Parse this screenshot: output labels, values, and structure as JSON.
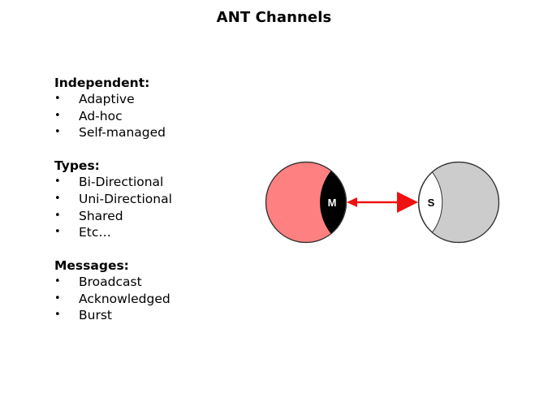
{
  "title": "ANT Channels",
  "sections": [
    {
      "heading": "Independent:",
      "items": [
        "Adaptive",
        "Ad-hoc",
        "Self-managed"
      ]
    },
    {
      "heading": "Types:",
      "items": [
        "Bi-Directional",
        "Uni-Directional",
        "Shared",
        "Etc…"
      ]
    },
    {
      "heading": "Messages:",
      "items": [
        "Broadcast",
        "Acknowledged",
        "Burst"
      ]
    }
  ],
  "bullet": "•",
  "diagram": {
    "master_label": "M",
    "slave_label": "S",
    "colors": {
      "master_fill": "#ff8080",
      "master_region": "#000000",
      "slave_fill": "#cccccc",
      "slave_region": "#ffffff",
      "arrow": "#ee1111",
      "outline": "#333333"
    }
  }
}
